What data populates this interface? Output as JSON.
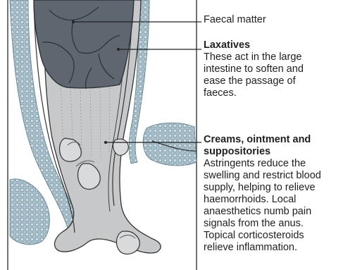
{
  "labels": {
    "faecal_matter": "Faecal matter",
    "laxatives": {
      "title": "Laxatives",
      "body": [
        "These act in the large",
        "intestine to soften and",
        "ease the passage of",
        "faeces."
      ]
    },
    "creams": {
      "title": [
        "Creams, ointment and",
        "suppositories"
      ],
      "body": [
        "Astringents reduce the",
        "swelling and restrict blood",
        "supply, helping to relieve",
        "haemorrhoids. Local",
        "anaesthetics numb pain",
        "signals from the anus.",
        "Topical corticosteroids",
        "relieve inflammation."
      ]
    }
  },
  "colors": {
    "faecal": "#5e6770",
    "faecal_dark": "#3d444b",
    "tissue": "#c7c8c9",
    "tissue_light": "#d9dadb",
    "fat": "#9fb8c4",
    "outline": "#333333",
    "frame": "#444444"
  }
}
